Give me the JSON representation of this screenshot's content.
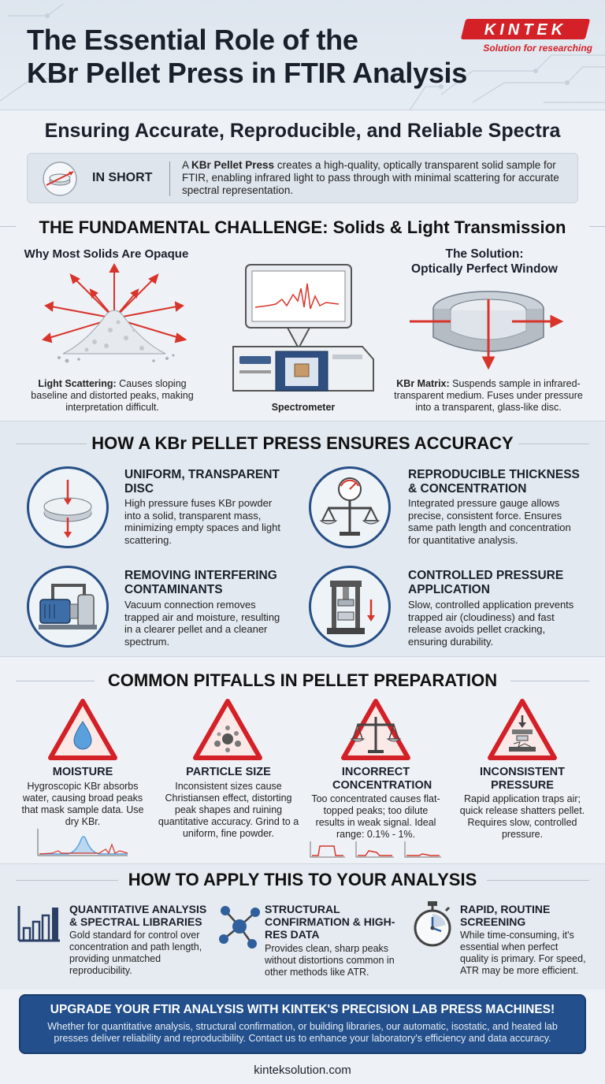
{
  "header": {
    "title_line1": "The Essential Role of the",
    "title_line2": "KBr Pellet Press in FTIR Analysis",
    "logo_text": "KINTEK",
    "logo_tagline": "Solution for researching",
    "brand_color": "#d42027"
  },
  "subtitle": "Ensuring Accurate, Reproducible, and Reliable Spectra",
  "in_short": {
    "label": "IN SHORT",
    "text_pre": "A ",
    "text_bold": "KBr Pellet Press",
    "text_post": " creates a high-quality, optically transparent solid sample for FTIR, enabling infrared light to pass through with minimal scattering for accurate spectral representation."
  },
  "challenge": {
    "title": "THE FUNDAMENTAL CHALLENGE: Solids & Light Transmission",
    "left_heading": "Why Most Solids Are Opaque",
    "left_caption_bold": "Light Scattering:",
    "left_caption": " Causes sloping baseline and distorted peaks, making interpretation difficult.",
    "center_caption": "Spectrometer",
    "right_heading_line1": "The Solution:",
    "right_heading_line2": "Optically Perfect Window",
    "right_caption_bold": "KBr Matrix:",
    "right_caption": " Suspends sample in infrared-transparent medium. Fuses under pressure into a transparent, glass-like disc."
  },
  "accuracy": {
    "title": "HOW A KBr PELLET PRESS ENSURES ACCURACY",
    "items": [
      {
        "title": "UNIFORM, TRANSPARENT DISC",
        "text": "High pressure fuses KBr powder into a solid, transparent mass, minimizing empty spaces and light scattering.",
        "icon": "disc-icon"
      },
      {
        "title": "REPRODUCIBLE THICKNESS & CONCENTRATION",
        "text": "Integrated pressure gauge allows precise, consistent force. Ensures same path length and concentration for quantitative analysis.",
        "icon": "gauge-scale-icon"
      },
      {
        "title": "REMOVING INTERFERING CONTAMINANTS",
        "text": "Vacuum connection removes trapped air and moisture, resulting in a clearer pellet and a cleaner spectrum.",
        "icon": "vacuum-pump-icon"
      },
      {
        "title": "CONTROLLED PRESSURE APPLICATION",
        "text": "Slow, controlled application prevents trapped air (cloudiness) and fast release avoids pellet cracking, ensuring durability.",
        "icon": "press-icon"
      }
    ]
  },
  "pitfalls": {
    "title": "COMMON PITFALLS IN PELLET PREPARATION",
    "items": [
      {
        "title": "MOISTURE",
        "text": "Hygroscopic KBr absorbs water, causing broad peaks that mask sample data. Use dry KBr.",
        "icon": "water-drop-warning-icon"
      },
      {
        "title": "PARTICLE SIZE",
        "text": "Inconsistent sizes cause Christiansen effect, distorting peak shapes and ruining quantitative accuracy. Grind to a uniform, fine powder.",
        "icon": "particles-warning-icon"
      },
      {
        "title": "INCORRECT CONCENTRATION",
        "text": "Too concentrated causes flat-topped peaks; too dilute results in weak signal. Ideal range: 0.1% - 1%.",
        "icon": "scale-warning-icon"
      },
      {
        "title": "INCONSISTENT PRESSURE",
        "text": "Rapid application traps air; quick release shatters pellet. Requires slow, controlled pressure.",
        "icon": "press-warning-icon"
      }
    ]
  },
  "apply": {
    "title": "HOW TO APPLY THIS TO YOUR ANALYSIS",
    "items": [
      {
        "title": "QUANTITATIVE ANALYSIS & SPECTRAL LIBRARIES",
        "text": "Gold standard for control over concentration and path length, providing unmatched reproducibility.",
        "icon": "bar-chart-icon"
      },
      {
        "title": "STRUCTURAL CONFIRMATION & HIGH-RES DATA",
        "text": "Provides clean, sharp peaks without distortions common in other methods like ATR.",
        "icon": "molecule-icon"
      },
      {
        "title": "RAPID, ROUTINE SCREENING",
        "text": "While time-consuming, it's essential when perfect quality is primary. For speed, ATR may be more efficient.",
        "icon": "stopwatch-icon"
      }
    ]
  },
  "cta": {
    "title": "UPGRADE YOUR FTIR ANALYSIS WITH KINTEK'S PRECISION LAB PRESS MACHINES!",
    "text": "Whether for quantitative analysis, structural confirmation, or building libraries, our automatic, isostatic, and heated lab presses deliver reliability and reproducibility. Contact us to enhance your laboratory's efficiency and data accuracy."
  },
  "footer": "kinteksolution.com",
  "colors": {
    "accent_blue": "#23508c",
    "warning_red": "#d42027",
    "arrow_red": "#d9342b"
  }
}
